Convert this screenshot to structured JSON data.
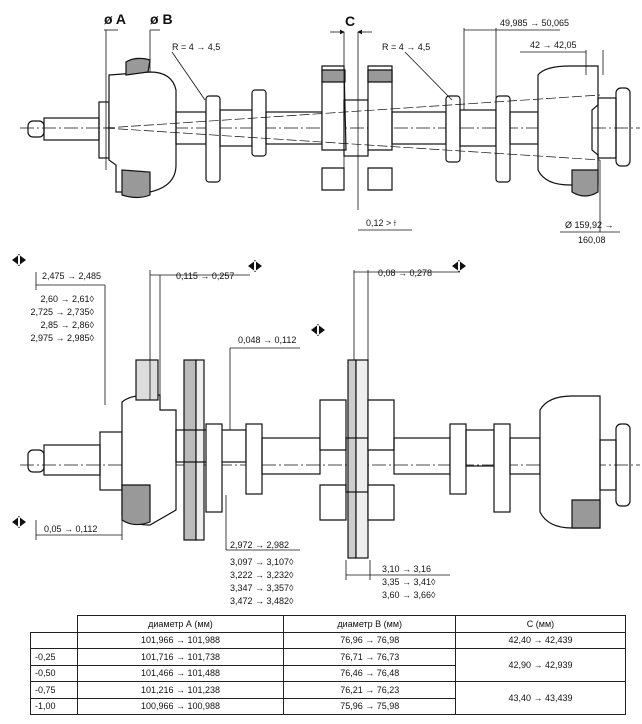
{
  "top": {
    "label_a": "ø A",
    "label_b": "ø B",
    "label_c": "C",
    "radius_1": "R = 4 → 4,5",
    "radius_2": "R = 4 → 4,5",
    "dim_length": "49,985 → 50,065",
    "dim_flange": "42 → 42,05",
    "runout": "0,12 > ⟊",
    "flange_dia_1": "Ø 159,92 →",
    "flange_dia_2": "160,08"
  },
  "bottom": {
    "dim_a1": "2,475 → 2,485",
    "dim_a2": "0,115 → 0,257",
    "dim_a3": "0,08 → 0,278",
    "dim_a4": "0,048 → 0,112",
    "dim_a5": "0,05 → 0,112",
    "thrust_list": [
      "2,60 → 2,61◊",
      "2,725 → 2,735◊",
      "2,85 → 2,86◊",
      "2,975 → 2,985◊"
    ],
    "bearing_list": [
      "2,972 → 2,982",
      "3,097 → 3,107◊",
      "3,222 → 3,232◊",
      "3,347 → 3,357◊",
      "3,472 → 3,482◊"
    ],
    "shell_list": [
      "3,10 → 3,16",
      "3,35 → 3,41◊",
      "3,60 → 3,66◊"
    ]
  },
  "table": {
    "headers": [
      "",
      "диаметр А (мм)",
      "диаметр В (мм)",
      "С (мм)"
    ],
    "rows": [
      {
        "size": "",
        "a": "101,966 → 101,988",
        "b": "76,96 → 76,98",
        "c": "42,40 → 42,439"
      },
      {
        "size": "-0,25",
        "a": "101,716 → 101,738",
        "b": "76,71 → 76,73",
        "c": "42,90 → 42,939"
      },
      {
        "size": "-0,50",
        "a": "101,466 → 101,488",
        "b": "76,46 → 76,48",
        "c": ""
      },
      {
        "size": "-0,75",
        "a": "101,216 → 101,238",
        "b": "76,21 → 76,23",
        "c": "43,40 → 43,439"
      },
      {
        "size": "-1,00",
        "a": "100,966 → 100,988",
        "b": "75,96 → 75,98",
        "c": ""
      }
    ]
  }
}
